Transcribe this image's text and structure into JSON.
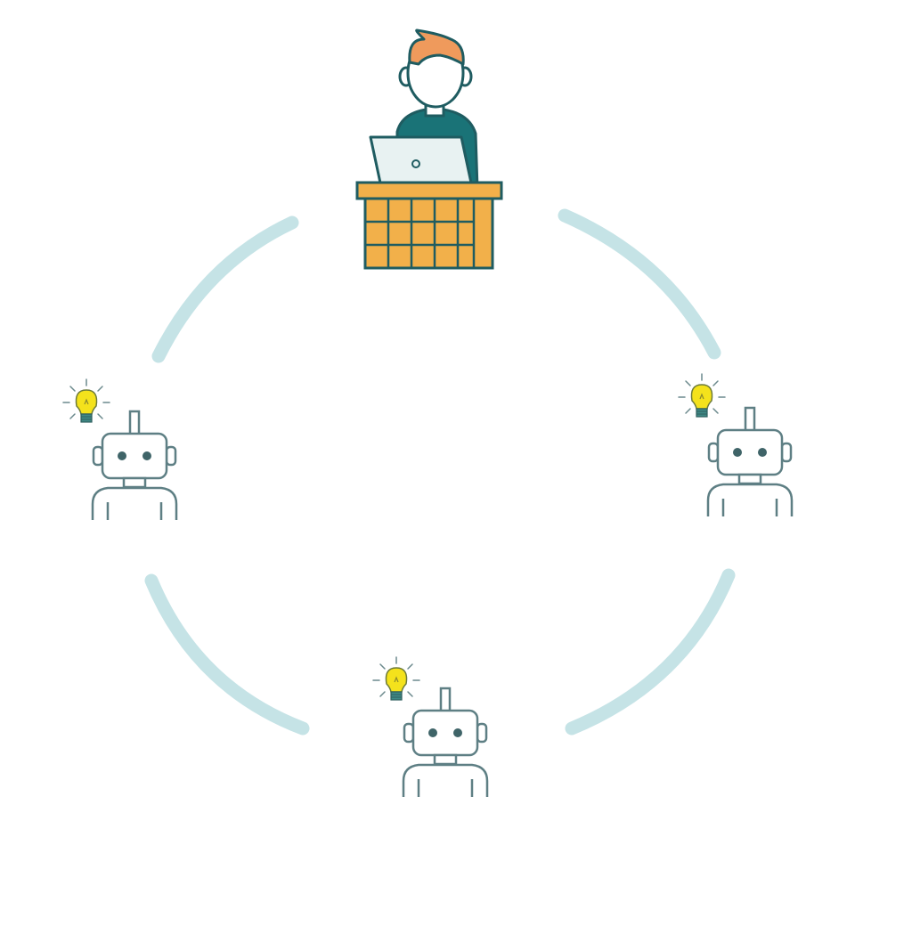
{
  "diagram": {
    "nodes": [
      {
        "id": "human",
        "icon": "person-at-laptop-desk-icon"
      },
      {
        "id": "robot-left",
        "icon": "robot-icon",
        "badge": "lightbulb-icon"
      },
      {
        "id": "robot-right",
        "icon": "robot-icon",
        "badge": "lightbulb-icon"
      },
      {
        "id": "robot-bottom",
        "icon": "robot-icon",
        "badge": "lightbulb-icon"
      }
    ],
    "connector": {
      "shape": "dashed-circle-arcs",
      "segments": 4
    },
    "colors": {
      "ring": "#c5e3e6",
      "teal": "#1a7377",
      "outline": "#1f5c61",
      "hair": "#ef9a5c",
      "desk": "#f2b04a",
      "bulb": "#f4e21c",
      "robot_outline": "#5e7f84",
      "screen": "#e8f2f2"
    }
  }
}
